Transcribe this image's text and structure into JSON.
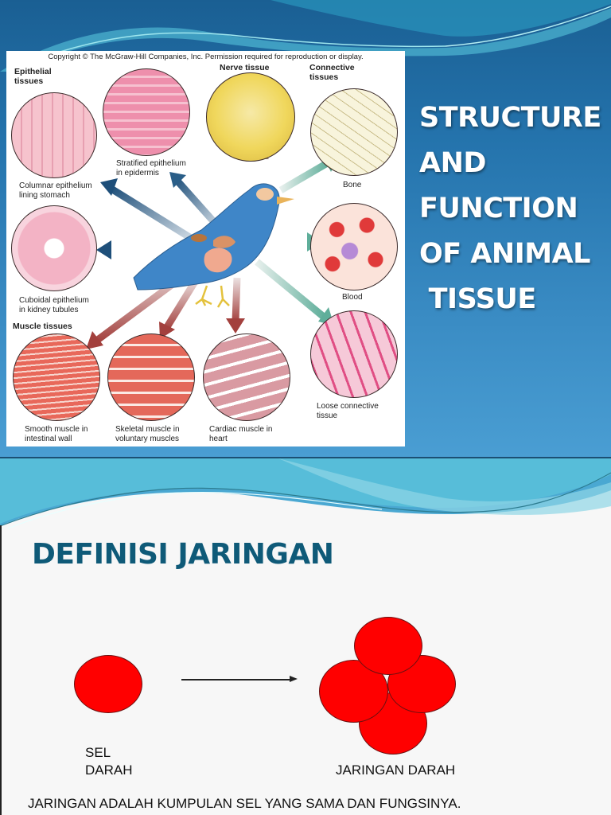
{
  "slide1": {
    "figure": {
      "copyright": "Copyright © The McGraw-Hill Companies, Inc. Permission required for reproduction or display.",
      "group_labels": {
        "epithelial": "Epithelial\ntissues",
        "nerve": "Nerve tissue",
        "connective": "Connective\ntissues",
        "muscle": "Muscle tissues"
      },
      "tissues": [
        {
          "id": "columnar",
          "label": "Columnar epithelium\nlining stomach",
          "color": "#f2b7c4"
        },
        {
          "id": "stratified",
          "label": "Stratified epithelium\nin epidermis",
          "color": "#ec8aa7"
        },
        {
          "id": "nerve",
          "label": "",
          "color": "#f1dc6a"
        },
        {
          "id": "bone",
          "label": "Bone",
          "color": "#f6f1d2"
        },
        {
          "id": "cuboidal",
          "label": "Cuboidal epithelium\nin kidney tubules",
          "color": "#f6c6d3"
        },
        {
          "id": "blood",
          "label": "Blood",
          "color": "#fbe0d8"
        },
        {
          "id": "smooth",
          "label": "Smooth muscle in\nintestinal wall",
          "color": "#e96a5c"
        },
        {
          "id": "skeletal",
          "label": "Skeletal muscle in\nvoluntary muscles",
          "color": "#e8705f"
        },
        {
          "id": "cardiac",
          "label": "Cardiac muscle in\nheart",
          "color": "#dba0a6"
        },
        {
          "id": "loose",
          "label": "Loose connective\ntissue",
          "color": "#f3bfd0"
        }
      ],
      "bird_color": "#3f86c8"
    },
    "title_lines": [
      "STRUCTURE",
      "AND",
      "FUNCTION",
      "OF ANIMAL",
      " TISSUE"
    ]
  },
  "slide2": {
    "heading": "DEFINISI JARINGAN",
    "cell_label_line1": "SEL",
    "cell_label_line2": "DARAH",
    "tissue_label": "JARINGAN DARAH",
    "definition": "JARINGAN ADALAH KUMPULAN SEL YANG SAMA DAN FUNGSINYA.",
    "cell_color": "#ff0000",
    "heading_color": "#0f5a78"
  }
}
